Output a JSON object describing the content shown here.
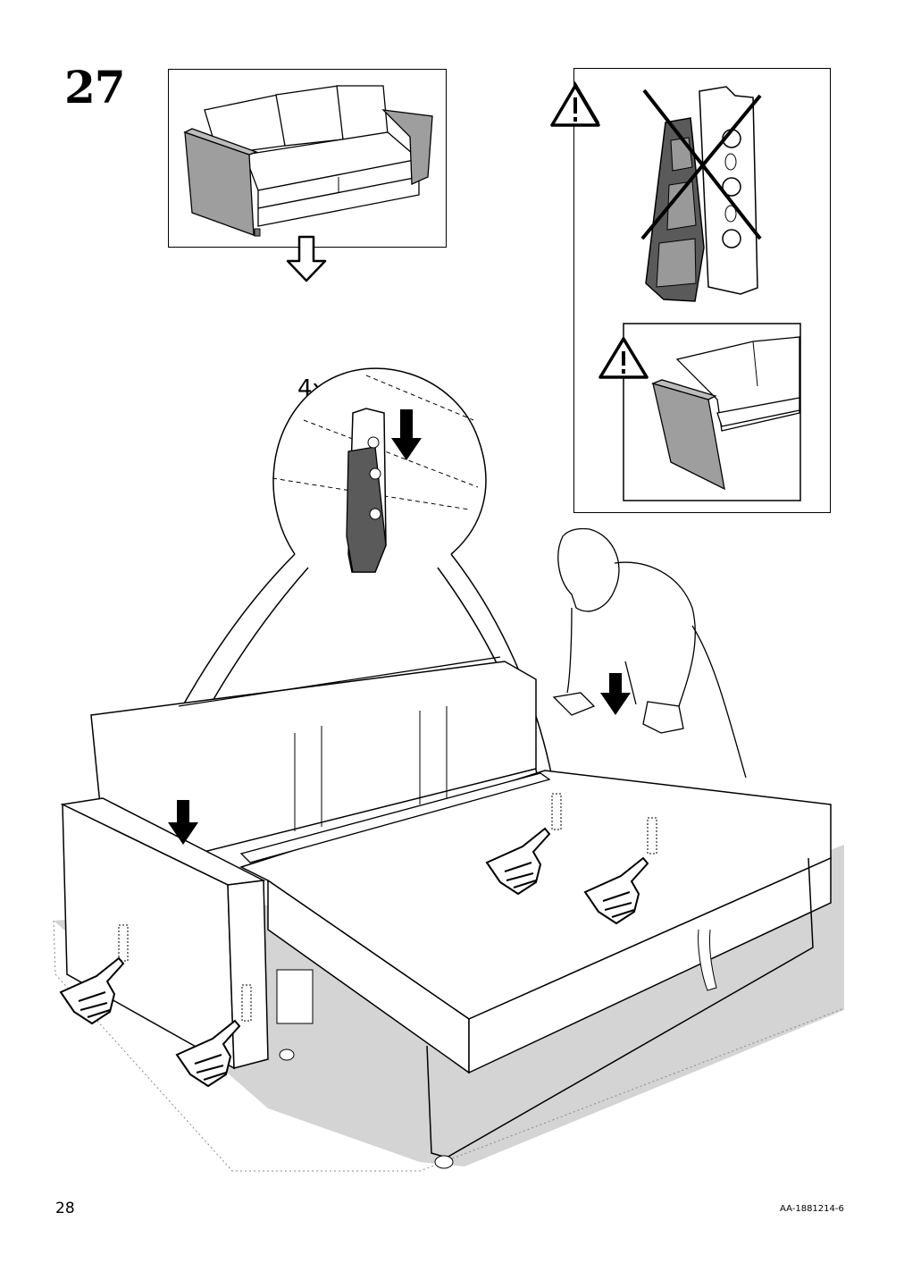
{
  "step": {
    "number": "27"
  },
  "callout": {
    "quantity": "4x"
  },
  "footer": {
    "page_number": "28",
    "doc_code": "AA-1881214-6"
  },
  "colors": {
    "ink": "#000000",
    "upholstery": "#9e9e9e",
    "part": "#5a5a5a",
    "rug": "#d4d4d4",
    "paper": "#ffffff"
  },
  "icons": {
    "warning": "warning-triangle-icon",
    "down_arrow_outline": "hollow-down-arrow-icon",
    "down_arrow_solid": "solid-down-arrow-icon",
    "hand": "pointing-hand-icon"
  }
}
